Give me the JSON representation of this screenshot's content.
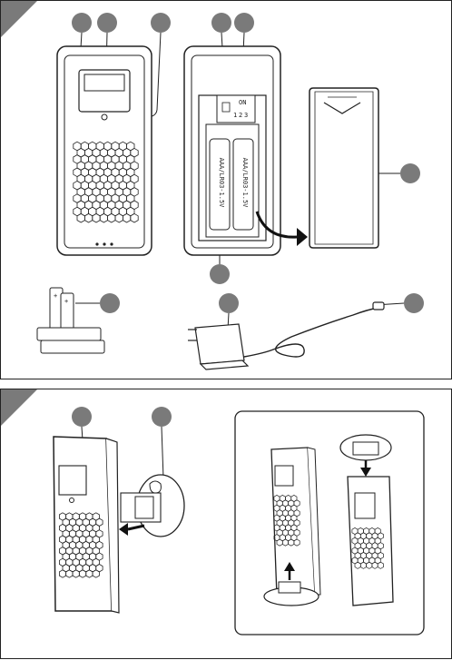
{
  "figure_1": {
    "remote_labels": [
      "ON",
      "1",
      "2",
      "3"
    ],
    "battery_print": [
      "AAA/LR03-1.5V",
      "AAA/LR03-1.5V"
    ],
    "battery_sign_plus": "+",
    "colors": {
      "ink": "#222222",
      "badge": "#7a7a7a",
      "arrow": "#111111"
    }
  },
  "figure_2": {
    "colors": {
      "ink": "#222222",
      "badge": "#7a7a7a"
    }
  }
}
